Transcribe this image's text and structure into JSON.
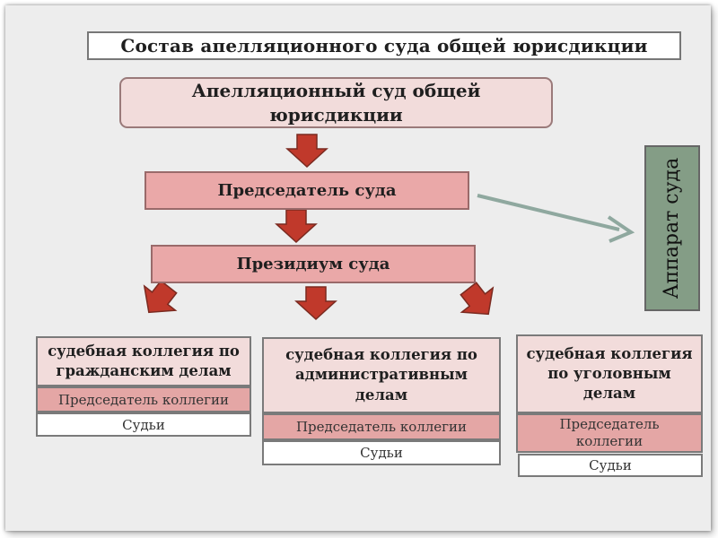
{
  "title": "Состав апелляционного суда общей юрисдикции",
  "court": {
    "line1": "Апелляционный суд общей",
    "line2": "юрисдикции"
  },
  "chairman": "Председатель суда",
  "presidium": "Президиум суда",
  "staff": "Аппарат суда",
  "boards": {
    "civil": {
      "line1": "судебная коллегия по",
      "line2": "гражданским делам",
      "chair": "Председатель коллегии",
      "judges": "Судьи"
    },
    "admin": {
      "line1": "судебная коллегия по",
      "line2": "административным",
      "line3": "делам",
      "chair": "Председатель коллегии",
      "judges": "Судьи"
    },
    "criminal": {
      "line1": "судебная коллегия",
      "line2": "по уголовным",
      "line3": "делам",
      "chair_line1": "Председатель",
      "chair_line2": "коллегии",
      "judges": "Судьи"
    }
  },
  "colors": {
    "arrow_fill": "#c0392b",
    "arrow_stroke": "#7a2a20",
    "staff_arrow": "#8fa89f",
    "staff_box": "#849d86",
    "pink_light": "#f2dcdb",
    "pink_dark": "#e4a6a5"
  }
}
